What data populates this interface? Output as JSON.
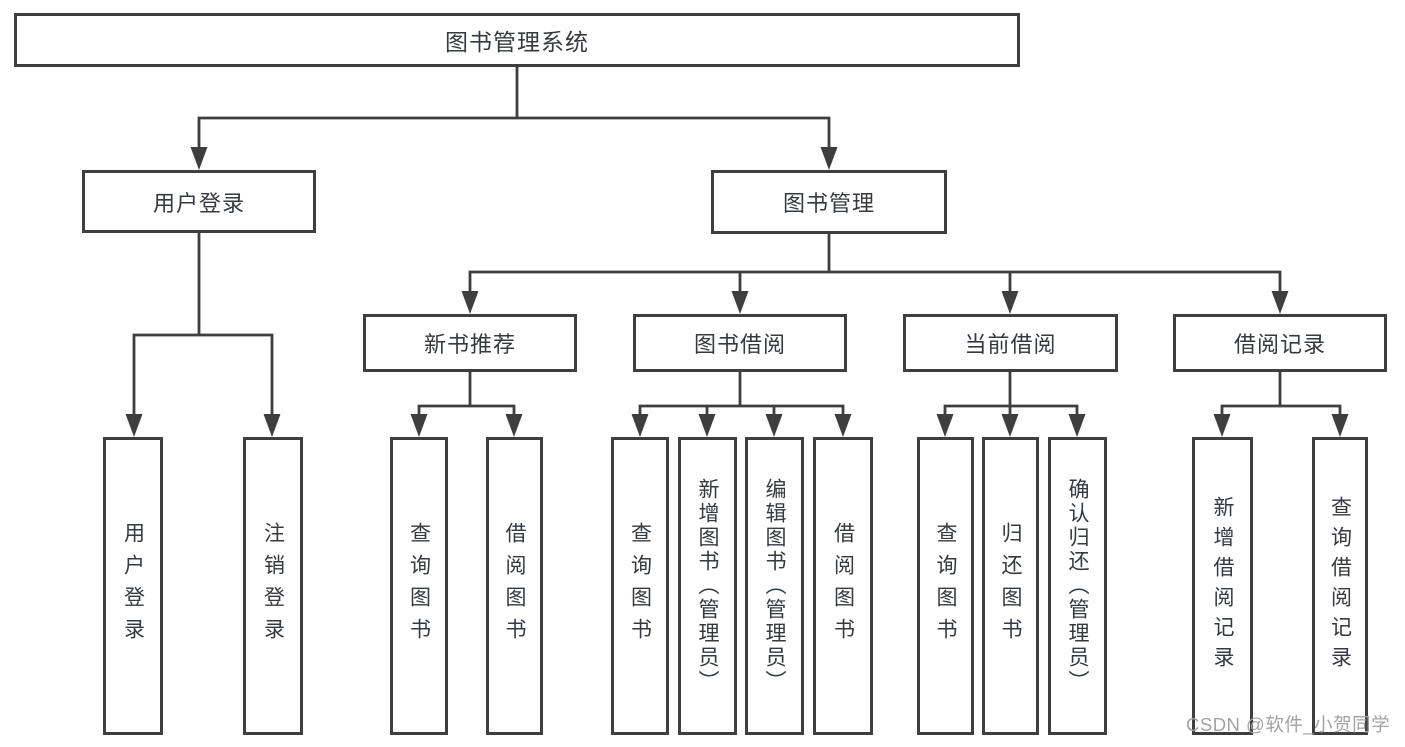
{
  "colors": {
    "line": "#3e3e3e",
    "box_border": "#3e3e3e",
    "text": "#343a40",
    "watermark": "#a3a3a3",
    "background": "#ffffff"
  },
  "watermark": {
    "text": "CSDN @软件_小贺同学"
  },
  "tree": {
    "root": {
      "label": "图书管理系统"
    },
    "children": [
      {
        "label": "用户登录",
        "children": [
          {
            "label": "用户登录"
          },
          {
            "label": "注销登录"
          }
        ]
      },
      {
        "label": "图书管理",
        "children": [
          {
            "label": "新书推荐",
            "children": [
              {
                "label": "查询图书"
              },
              {
                "label": "借阅图书"
              }
            ]
          },
          {
            "label": "图书借阅",
            "children": [
              {
                "label": "查询图书"
              },
              {
                "label": "新增图书（管理员）"
              },
              {
                "label": "编辑图书（管理员）"
              },
              {
                "label": "借阅图书"
              }
            ]
          },
          {
            "label": "当前借阅",
            "children": [
              {
                "label": "查询图书"
              },
              {
                "label": "归还图书"
              },
              {
                "label": "确认归还（管理员）"
              }
            ]
          },
          {
            "label": "借阅记录",
            "children": [
              {
                "label": "新增借阅记录"
              },
              {
                "label": "查询借阅记录"
              }
            ]
          }
        ]
      }
    ]
  }
}
